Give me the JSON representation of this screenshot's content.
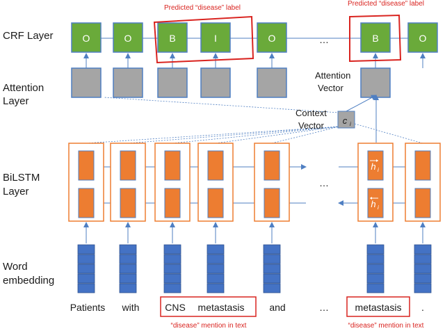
{
  "layers": {
    "crf": "CRF Layer",
    "attention_1": "Attention",
    "attention_2": "Layer",
    "bilstm_1": "BiLSTM",
    "bilstm_2": "Layer",
    "embed_1": "Word",
    "embed_2": "embedding"
  },
  "crf_labels": [
    "O",
    "O",
    "B",
    "I",
    "O",
    "B",
    "O"
  ],
  "ellipsis": "…",
  "predicted_label_1": "Predicted “disease” label",
  "predicted_label_2": "Predicted “disease” label",
  "attention_vector_1": "Attention",
  "attention_vector_2": "Vector",
  "context_vector_1": "Context",
  "context_vector_2": "Vector",
  "context_symbol": "c",
  "context_sub": "i",
  "hidden_symbol": "h",
  "hidden_sub": "i",
  "words": [
    "Patients",
    "with",
    "CNS",
    "metastasis",
    "and",
    "…",
    "metastasis",
    "."
  ],
  "mention_label_1": "“disease” mention in text",
  "mention_label_2": "“disease” mention in text",
  "colors": {
    "crf_fill": "#6aaa3a",
    "crf_border": "#4f7fc2",
    "attention_fill": "#a5a5a5",
    "lstm_fill": "#ed7d31",
    "lstm_border": "#ed7d31",
    "embed_fill": "#4472c4",
    "arrow": "#4f7fc2",
    "highlight": "#d9231f"
  }
}
